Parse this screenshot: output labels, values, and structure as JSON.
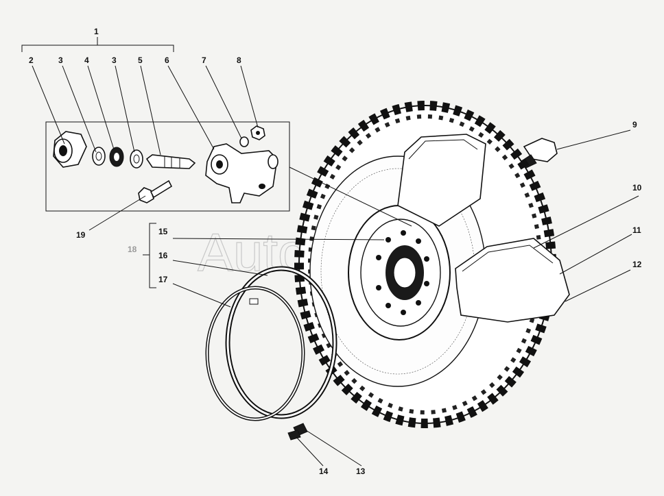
{
  "watermark": "Autosoft",
  "callouts": {
    "c1": "1",
    "c2": "2",
    "c3a": "3",
    "c4": "4",
    "c3b": "3",
    "c5": "5",
    "c6": "6",
    "c7": "7",
    "c8": "8",
    "c9": "9",
    "c10": "10",
    "c11": "11",
    "c12": "12",
    "c13": "13",
    "c14": "14",
    "c15": "15",
    "c16": "16",
    "c17": "17",
    "c18": "18",
    "c19": "19"
  },
  "colors": {
    "line": "#111111",
    "background": "#f4f4f2",
    "group_label": "#9a9a9a",
    "watermark": "#c8c8c8"
  }
}
